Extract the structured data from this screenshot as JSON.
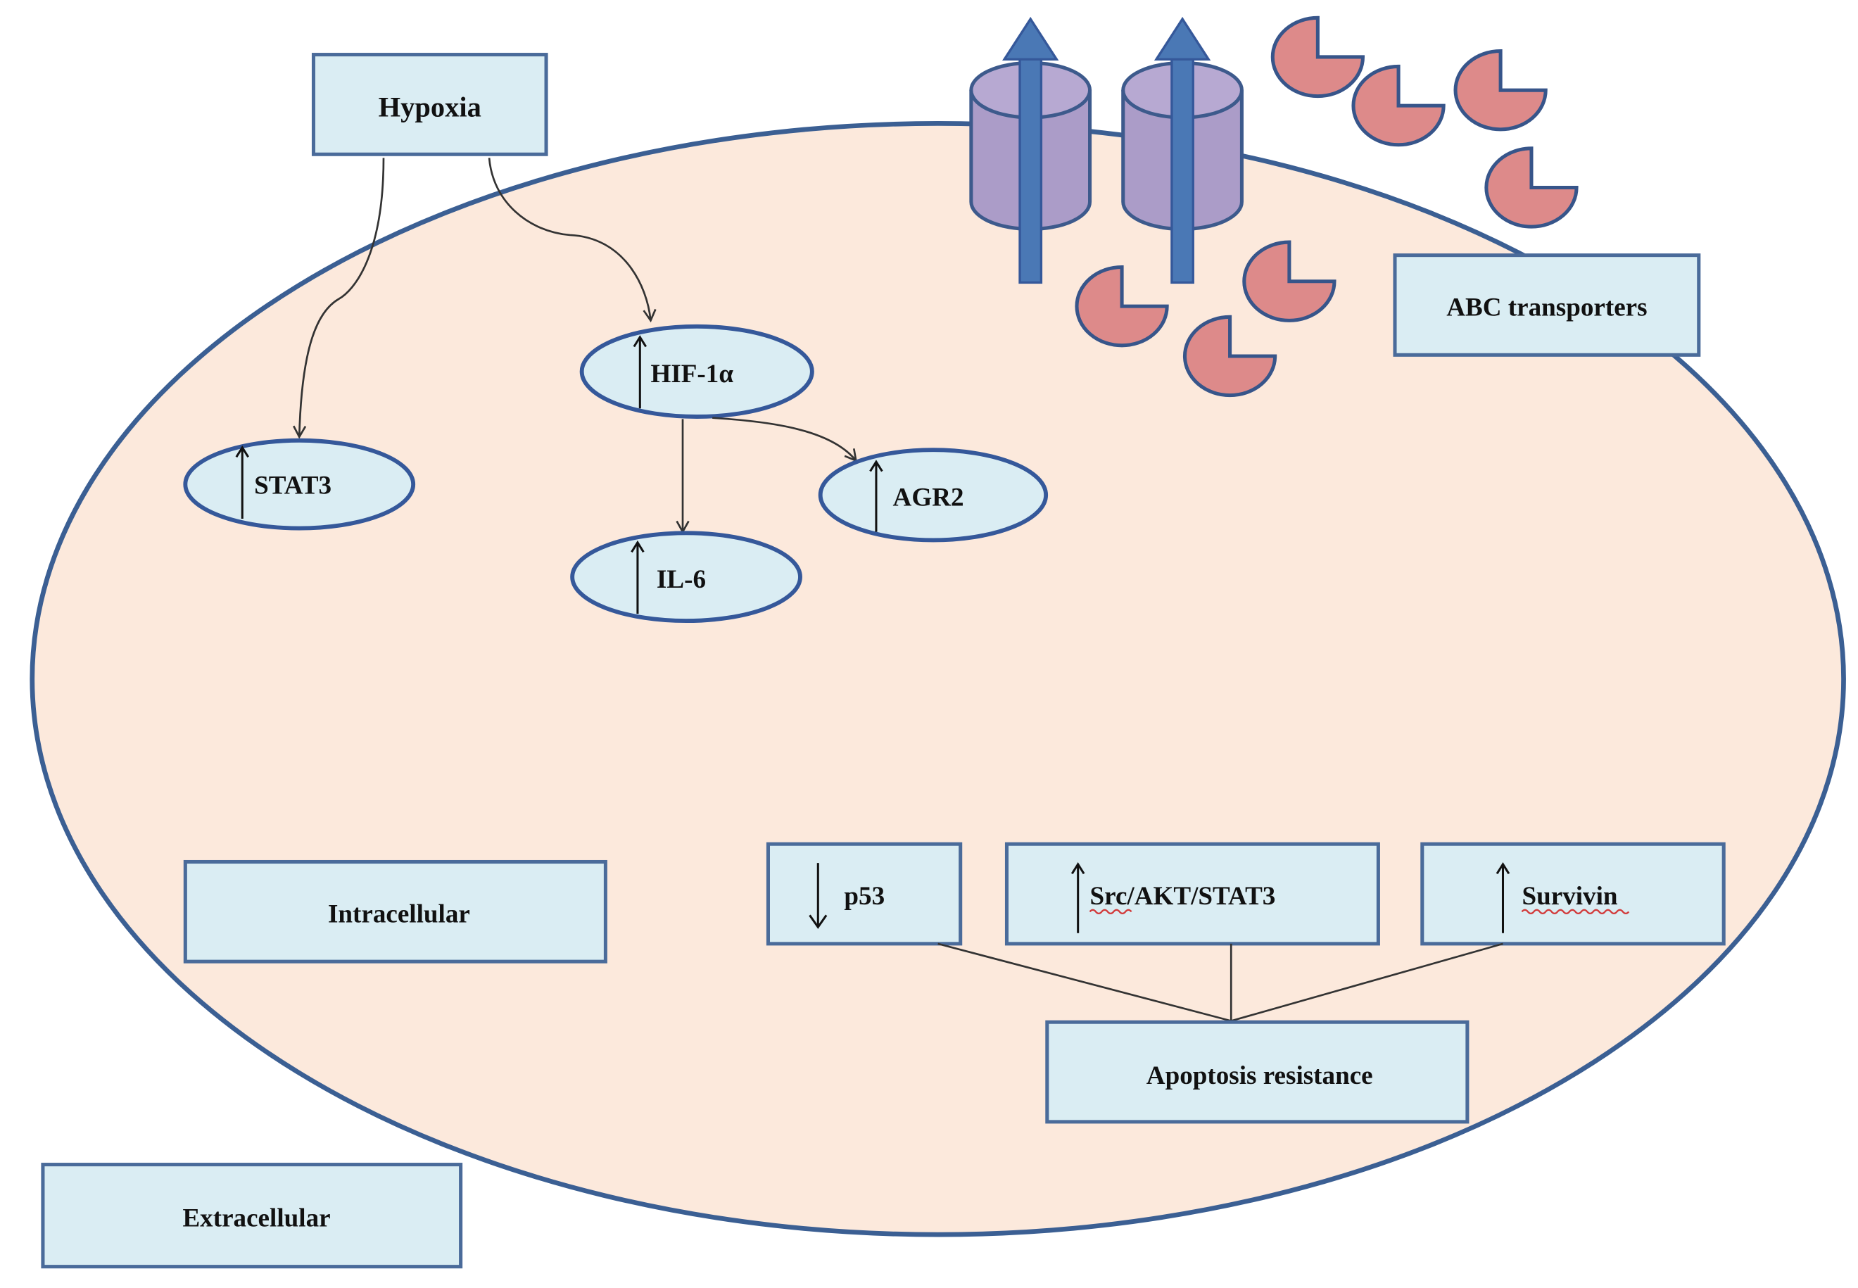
{
  "colors": {
    "cytoplasm": "#fce9dc",
    "membrane": "#3b5f93",
    "label_box": "#daedf3",
    "transporter": "#ab9cc8",
    "flux_arrow": "#4a78b5",
    "drug": "#dd8a8a"
  },
  "boxes": {
    "hypoxia": "Hypoxia",
    "abc_transporters": "ABC transporters",
    "intracellular": "Intracellular",
    "extracellular": "Extracellular",
    "p53": "p53",
    "src_akt_stat3": "Src/AKT/STAT3",
    "survivin": "Survivin",
    "apoptosis_resistance": "Apoptosis resistance"
  },
  "nodes": {
    "stat3": "STAT3",
    "hif1a": "HIF-1α",
    "il6": "IL-6",
    "agr2": "AGR2"
  },
  "regulation": {
    "stat3": "up",
    "hif1a": "up",
    "il6": "up",
    "agr2": "up",
    "p53": "down",
    "src_akt_stat3": "up",
    "survivin": "up"
  },
  "edges": [
    {
      "from": "Hypoxia",
      "to": "STAT3"
    },
    {
      "from": "Hypoxia",
      "to": "HIF-1α"
    },
    {
      "from": "HIF-1α",
      "to": "IL-6"
    },
    {
      "from": "HIF-1α",
      "to": "AGR2"
    },
    {
      "from": "p53",
      "to": "Apoptosis resistance"
    },
    {
      "from": "Src/AKT/STAT3",
      "to": "Apoptosis resistance"
    },
    {
      "from": "Survivin",
      "to": "Apoptosis resistance"
    }
  ],
  "icons": {
    "transporter": "cylinder-pump-icon",
    "efflux": "up-arrow-icon",
    "drug": "pacman-drug-icon"
  }
}
